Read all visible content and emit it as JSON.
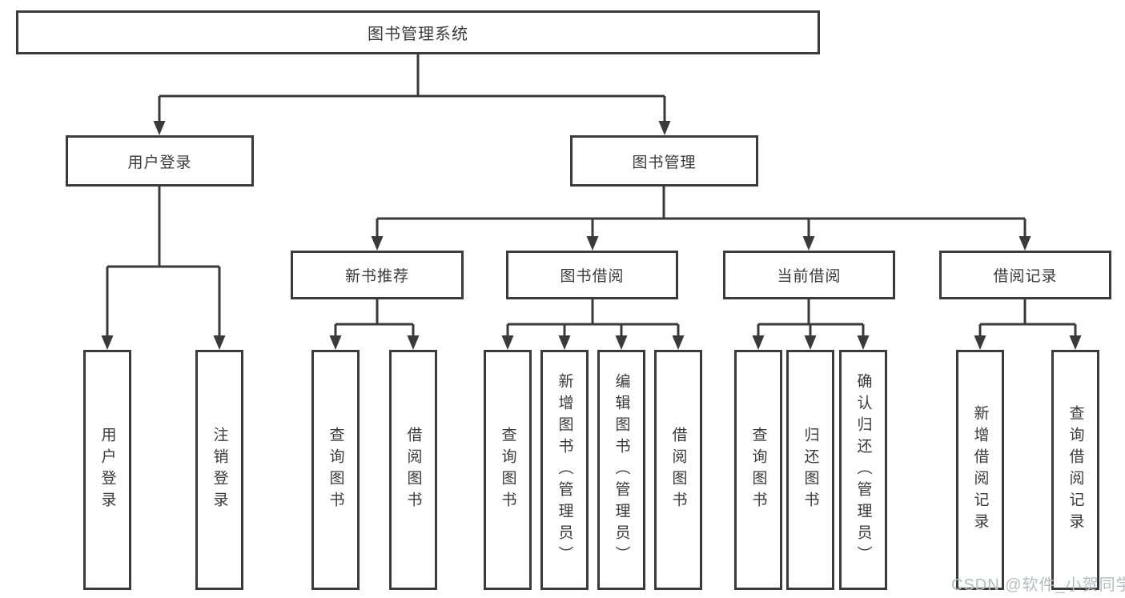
{
  "diagram": {
    "title": "图书管理系统",
    "branches": [
      {
        "label": "用户登录",
        "children": [
          "用户登录",
          "注销登录"
        ]
      },
      {
        "label": "图书管理",
        "children": [
          {
            "label": "新书推荐",
            "children": [
              "查询图书",
              "借阅图书"
            ]
          },
          {
            "label": "图书借阅",
            "children": [
              "查询图书",
              "新增图书（管理员）",
              "编辑图书（管理员）",
              "借阅图书"
            ]
          },
          {
            "label": "当前借阅",
            "children": [
              "查询图书",
              "归还图书",
              "确认归还（管理员）"
            ]
          },
          {
            "label": "借阅记录",
            "children": [
              "新增借阅记录",
              "查询借阅记录"
            ]
          }
        ]
      }
    ]
  },
  "watermark": {
    "text": "CSDN @软件_小贺同学"
  },
  "colors": {
    "line": "#3a3a3a",
    "box_border": "#3b3b3b",
    "text": "#3a3a3a",
    "watermark": "#b6bac1",
    "background": "#ffffff"
  }
}
